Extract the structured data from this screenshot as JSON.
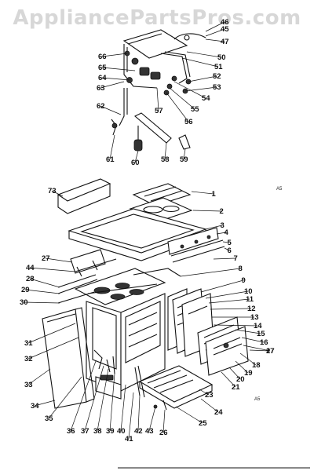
{
  "watermark": "AppliancePartsPros.com",
  "corner_code": "A5",
  "part_numbers": [
    "1",
    "2",
    "3",
    "4",
    "5",
    "6",
    "7",
    "8",
    "9",
    "10",
    "11",
    "12",
    "13",
    "14",
    "15",
    "16",
    "17",
    "18",
    "19",
    "20",
    "21",
    "23",
    "24",
    "25",
    "26",
    "27",
    "27",
    "28",
    "29",
    "30",
    "31",
    "32",
    "33",
    "34",
    "35",
    "36",
    "37",
    "38",
    "39",
    "40",
    "41",
    "42",
    "43",
    "44",
    "45",
    "46",
    "47",
    "50",
    "51",
    "52",
    "53",
    "54",
    "55",
    "56",
    "57",
    "58",
    "59",
    "60",
    "61",
    "62",
    "63",
    "64",
    "65",
    "66",
    "73"
  ]
}
